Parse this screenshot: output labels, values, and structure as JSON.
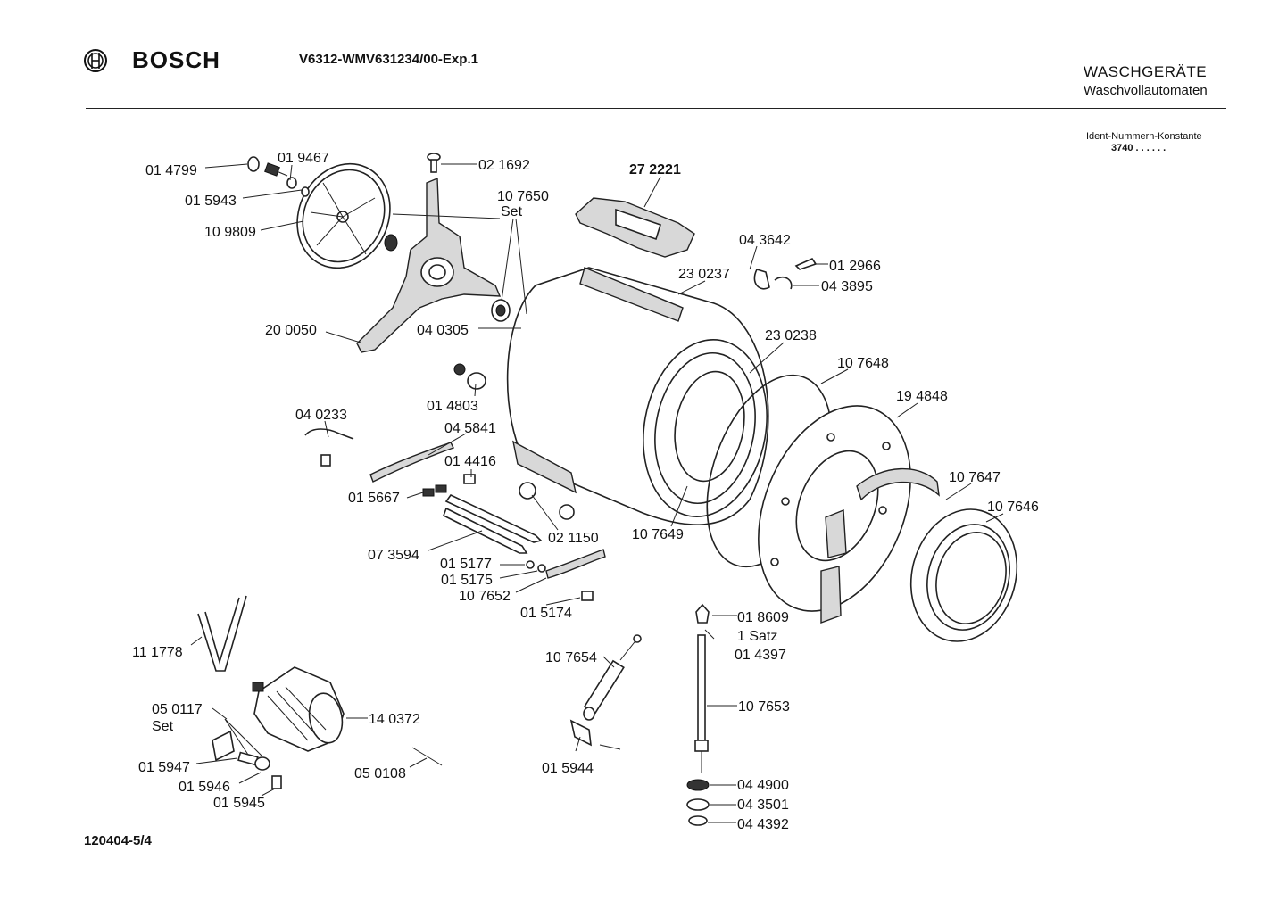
{
  "header": {
    "brand": "BOSCH",
    "model": "V6312-WMV631234/00-Exp.1",
    "category": "WASCHGERÄTE",
    "subcategory": "Waschvollautomaten",
    "ident_label": "Ident-Nummern-Konstante",
    "ident_value": "3740  . .  . . . ."
  },
  "footer": {
    "code": "120404-5/4"
  },
  "parts": [
    {
      "id": "p014799",
      "text": "01 4799"
    },
    {
      "id": "p019467",
      "text": "01 9467"
    },
    {
      "id": "p015943",
      "text": "01 5943"
    },
    {
      "id": "p109809",
      "text": "10 9809"
    },
    {
      "id": "p021692",
      "text": "02 1692"
    },
    {
      "id": "p107650",
      "text": "10 7650"
    },
    {
      "id": "pset1",
      "text": "Set"
    },
    {
      "id": "p272221",
      "text": "27 2221"
    },
    {
      "id": "p043642",
      "text": "04 3642"
    },
    {
      "id": "p012966",
      "text": "01 2966"
    },
    {
      "id": "p043895",
      "text": "04 3895"
    },
    {
      "id": "p230237",
      "text": "23 0237"
    },
    {
      "id": "p200050",
      "text": "20 0050"
    },
    {
      "id": "p040305",
      "text": "04 0305"
    },
    {
      "id": "p230238",
      "text": "23 0238"
    },
    {
      "id": "p107648",
      "text": "10 7648"
    },
    {
      "id": "p014803",
      "text": "01 4803"
    },
    {
      "id": "p040233",
      "text": "04 0233"
    },
    {
      "id": "p045841",
      "text": "04 5841"
    },
    {
      "id": "p194848",
      "text": "19 4848"
    },
    {
      "id": "p014416",
      "text": "01 4416"
    },
    {
      "id": "p015667",
      "text": "01 5667"
    },
    {
      "id": "p107647",
      "text": "10 7647"
    },
    {
      "id": "p107646",
      "text": "10 7646"
    },
    {
      "id": "p107649",
      "text": "10 7649"
    },
    {
      "id": "p021150",
      "text": "02 1150"
    },
    {
      "id": "p073594",
      "text": "07 3594"
    },
    {
      "id": "p015177",
      "text": "01 5177"
    },
    {
      "id": "p015175",
      "text": "01 5175"
    },
    {
      "id": "p107652",
      "text": "10 7652"
    },
    {
      "id": "p015174",
      "text": "01 5174"
    },
    {
      "id": "p018609",
      "text": "01 8609"
    },
    {
      "id": "psatz",
      "text": "1 Satz"
    },
    {
      "id": "p014397",
      "text": "01 4397"
    },
    {
      "id": "p111778",
      "text": "11 1778"
    },
    {
      "id": "p107654",
      "text": "10 7654"
    },
    {
      "id": "p107653",
      "text": "10 7653"
    },
    {
      "id": "p050117",
      "text": "05 0117"
    },
    {
      "id": "pset2",
      "text": "Set"
    },
    {
      "id": "p140372",
      "text": "14 0372"
    },
    {
      "id": "p015947",
      "text": "01 5947"
    },
    {
      "id": "p050108",
      "text": "05 0108"
    },
    {
      "id": "p015944",
      "text": "01 5944"
    },
    {
      "id": "p015946",
      "text": "01 5946"
    },
    {
      "id": "p015945",
      "text": "01 5945"
    },
    {
      "id": "p044900",
      "text": "04 4900"
    },
    {
      "id": "p043501",
      "text": "04 3501"
    },
    {
      "id": "p044392",
      "text": "04 4392"
    }
  ]
}
